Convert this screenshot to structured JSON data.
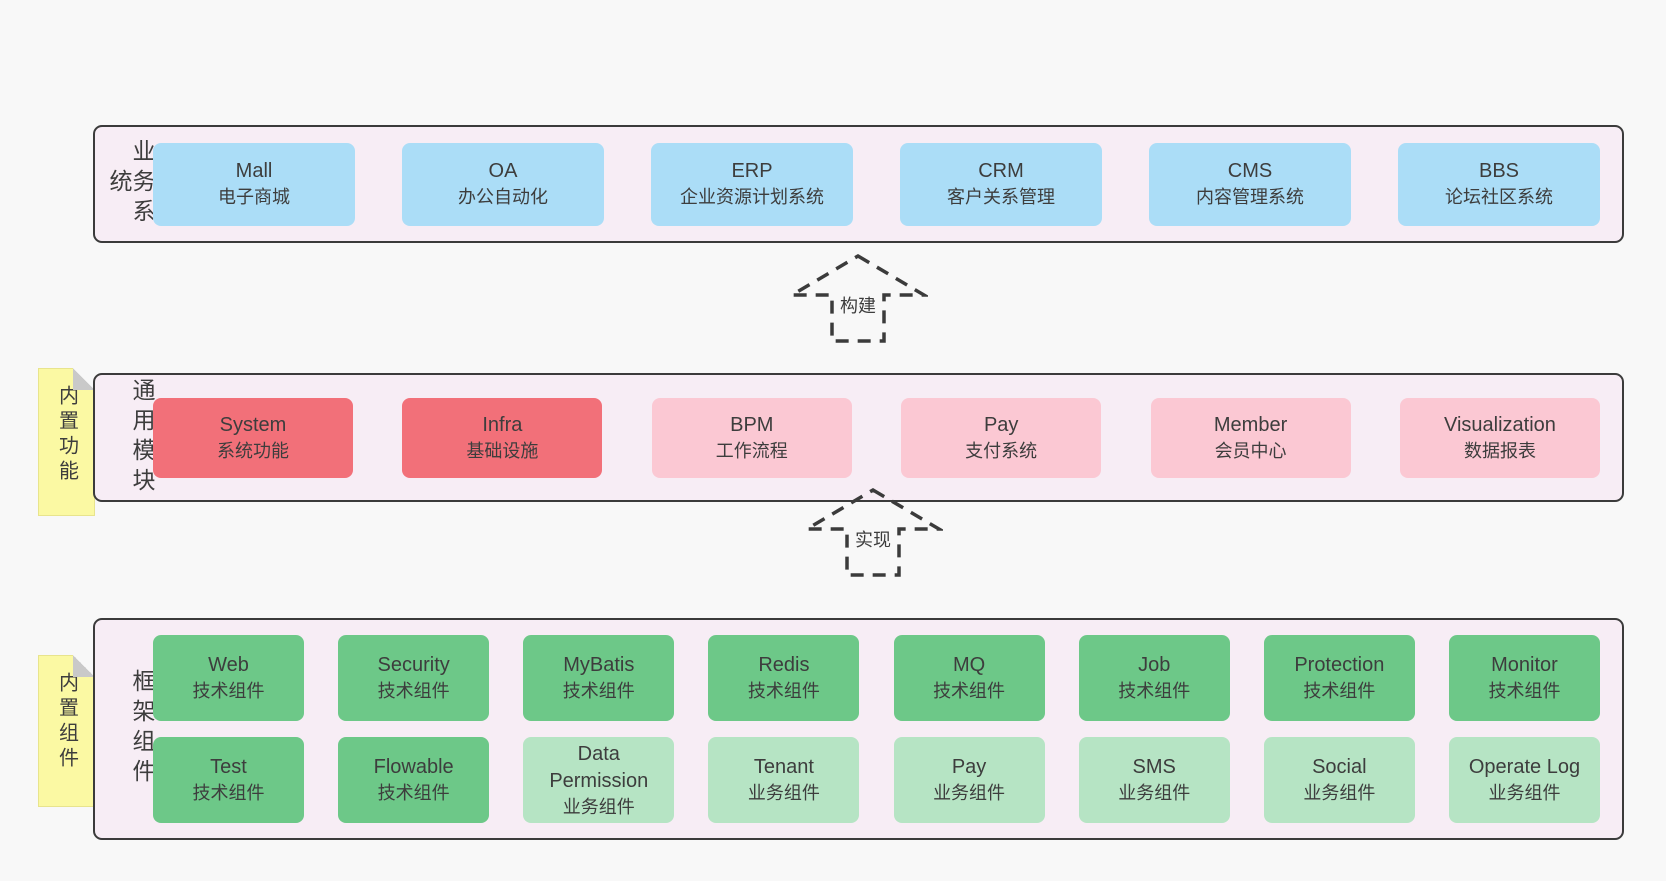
{
  "palette": {
    "blue": "#abddf7",
    "red": "#f27079",
    "pink": "#fbc8d3",
    "green": "#6dc888",
    "lightgreen": "#b6e4c4",
    "band_fill": "#f7edf5",
    "band_border": "#3b3b3b",
    "note_yellow": "#fbf9a3",
    "note_fold": "#c9c9c9",
    "page_bg": "#f8f8f8",
    "text": "#3d3d3d"
  },
  "bands": [
    {
      "id": "business",
      "label": "业务系统",
      "boxes": [
        {
          "title": "Mall",
          "subtitle": "电子商城",
          "variant": "blue"
        },
        {
          "title": "OA",
          "subtitle": "办公自动化",
          "variant": "blue"
        },
        {
          "title": "ERP",
          "subtitle": "企业资源计划系统",
          "variant": "blue"
        },
        {
          "title": "CRM",
          "subtitle": "客户关系管理",
          "variant": "blue"
        },
        {
          "title": "CMS",
          "subtitle": "内容管理系统",
          "variant": "blue"
        },
        {
          "title": "BBS",
          "subtitle": "论坛社区系统",
          "variant": "blue"
        }
      ]
    },
    {
      "id": "modules",
      "label": "通用模块",
      "note": "内置功能",
      "boxes": [
        {
          "title": "System",
          "subtitle": "系统功能",
          "variant": "red"
        },
        {
          "title": "Infra",
          "subtitle": "基础设施",
          "variant": "red"
        },
        {
          "title": "BPM",
          "subtitle": "工作流程",
          "variant": "pink"
        },
        {
          "title": "Pay",
          "subtitle": "支付系统",
          "variant": "pink"
        },
        {
          "title": "Member",
          "subtitle": "会员中心",
          "variant": "pink"
        },
        {
          "title": "Visualization",
          "subtitle": "数据报表",
          "variant": "pink"
        }
      ]
    },
    {
      "id": "components",
      "label": "框架组件",
      "note": "内置组件",
      "rows": [
        [
          {
            "title": "Web",
            "subtitle": "技术组件",
            "variant": "green"
          },
          {
            "title": "Security",
            "subtitle": "技术组件",
            "variant": "green"
          },
          {
            "title": "MyBatis",
            "subtitle": "技术组件",
            "variant": "green"
          },
          {
            "title": "Redis",
            "subtitle": "技术组件",
            "variant": "green"
          },
          {
            "title": "MQ",
            "subtitle": "技术组件",
            "variant": "green"
          },
          {
            "title": "Job",
            "subtitle": "技术组件",
            "variant": "green"
          },
          {
            "title": "Protection",
            "subtitle": "技术组件",
            "variant": "green"
          },
          {
            "title": "Monitor",
            "subtitle": "技术组件",
            "variant": "green"
          }
        ],
        [
          {
            "title": "Test",
            "subtitle": "技术组件",
            "variant": "green"
          },
          {
            "title": "Flowable",
            "subtitle": "技术组件",
            "variant": "green"
          },
          {
            "title": "Data Permission",
            "subtitle": "业务组件",
            "variant": "lightgreen"
          },
          {
            "title": "Tenant",
            "subtitle": "业务组件",
            "variant": "lightgreen"
          },
          {
            "title": "Pay",
            "subtitle": "业务组件",
            "variant": "lightgreen"
          },
          {
            "title": "SMS",
            "subtitle": "业务组件",
            "variant": "lightgreen"
          },
          {
            "title": "Social",
            "subtitle": "业务组件",
            "variant": "lightgreen"
          },
          {
            "title": "Operate Log",
            "subtitle": "业务组件",
            "variant": "lightgreen"
          }
        ]
      ]
    }
  ],
  "arrows": [
    {
      "label": "构建"
    },
    {
      "label": "实现"
    }
  ]
}
